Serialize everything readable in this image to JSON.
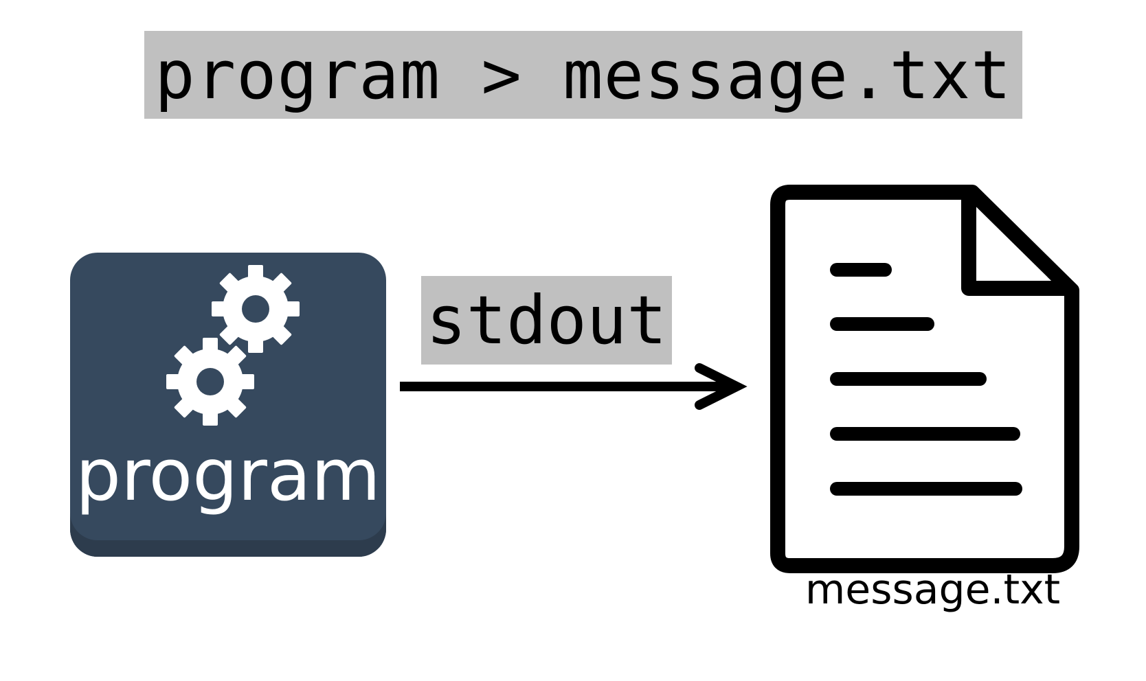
{
  "command": {
    "text": "program > message.txt"
  },
  "program_node": {
    "label": "program",
    "icon": "gears-icon"
  },
  "connection": {
    "label": "stdout",
    "icon": "arrow-right-icon"
  },
  "file_node": {
    "label": "message.txt",
    "icon": "document-icon"
  },
  "colors": {
    "label_background": "#c0c0c0",
    "program_tile": "#36495e",
    "ink": "#000000",
    "tile_text": "#ffffff"
  }
}
